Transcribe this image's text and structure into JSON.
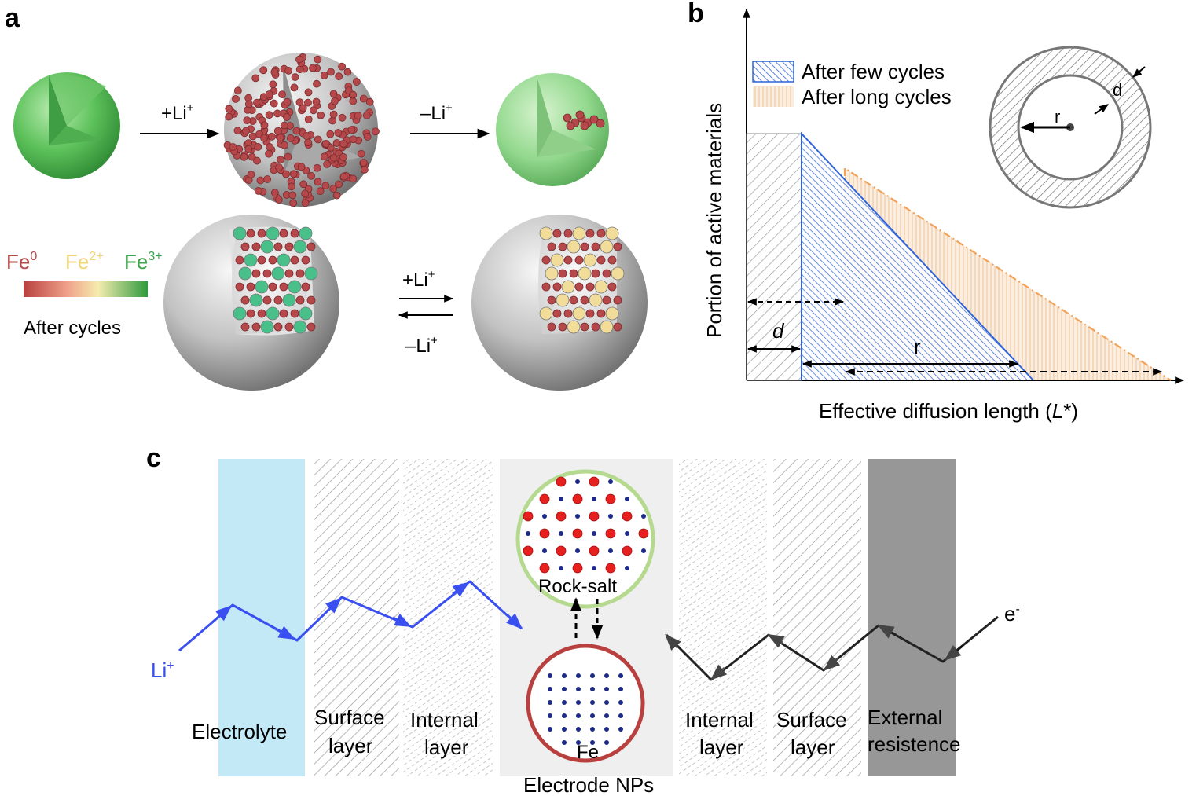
{
  "panel_a": {
    "label": "a",
    "arrow_lithiation": "+Li",
    "arrow_delithiation": "–Li",
    "plus": "+",
    "legend": {
      "fe0": "Fe",
      "fe0_sup": "0",
      "fe2": "Fe",
      "fe2_sup": "2+",
      "fe3": "Fe",
      "fe3_sup": "3+",
      "caption": "After cycles"
    },
    "colors": {
      "fe0": "#b5484b",
      "fe2": "#f2dc86",
      "fe3": "#3fa34d",
      "shell_green": "#5cc15a",
      "shell_grey": "#b9b9b9"
    }
  },
  "panel_b": {
    "label": "b",
    "ylabel": "Portion of active materials",
    "xlabel_pre": "Effective diffusion length (",
    "xlabel_var": "L",
    "xlabel_post": "*)",
    "legend_few": "After few cycles",
    "legend_long": "After long cycles",
    "label_d": "d",
    "label_r": "r",
    "inset_r": "r",
    "inset_d": "d",
    "colors": {
      "few": "#2f63d9",
      "long": "#f2a35a",
      "shell": "#555555"
    }
  },
  "panel_c": {
    "label": "c",
    "li": "Li",
    "li_sup": "+",
    "electron": "e",
    "electron_sup": "-",
    "rock_salt": "Rock-salt",
    "fe": "Fe",
    "electrode_nps": "Electrode NPs",
    "layers": {
      "electrolyte": "Electrolyte",
      "surface_l1": "Surface",
      "surface_l2": "layer",
      "internal_l1": "Internal",
      "internal_l2": "layer",
      "internal_r1": "Internal",
      "internal_r2": "layer",
      "surface_r1": "Surface",
      "surface_r2": "layer",
      "external_1": "External",
      "external_2": "resistence"
    },
    "colors": {
      "electrolyte": "#c3e9f7",
      "external": "#979797",
      "np_bg": "#efefef",
      "rock_ring": "#b5d98f",
      "fe_ring": "#b8413f",
      "ion_path": "#3a4ff0"
    }
  }
}
